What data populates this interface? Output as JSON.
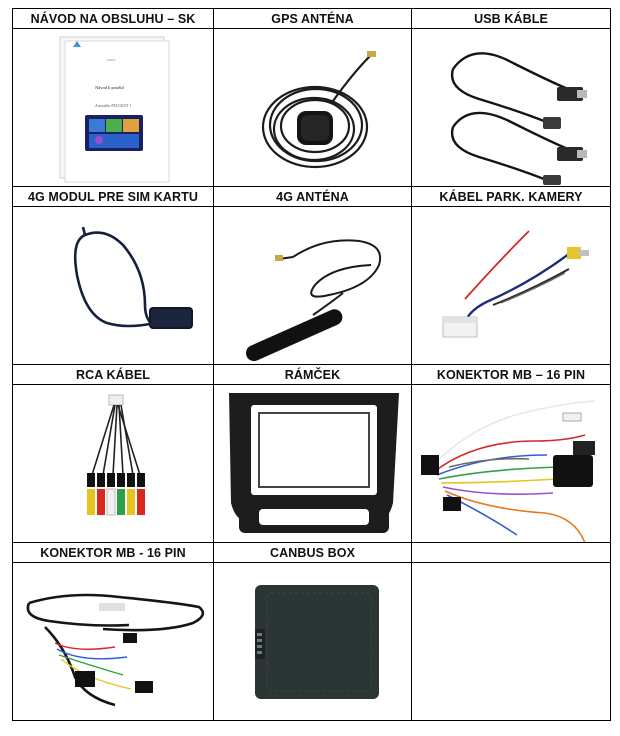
{
  "cells": [
    {
      "label": "NÁVOD NA OBSLUHU – SK",
      "image": "user-manual",
      "doc_text": [
        "Návod k použití",
        "Autorádio PEUGEOT 1"
      ]
    },
    {
      "label": "GPS ANTÉNA",
      "image": "gps-antenna"
    },
    {
      "label": "USB KÁBLE",
      "image": "usb-cables"
    },
    {
      "label": "4G MODUL PRE SIM KARTU",
      "image": "4g-sim-module"
    },
    {
      "label": "4G ANTÉNA",
      "image": "4g-antenna"
    },
    {
      "label": "KÁBEL PARK. KAMERY",
      "image": "parking-camera-cable"
    },
    {
      "label": "RCA KÁBEL",
      "image": "rca-cable"
    },
    {
      "label": "RÁMČEK",
      "image": "dash-frame"
    },
    {
      "label": "KONEKTOR MB – 16 PIN",
      "image": "mb-16pin-connector"
    },
    {
      "label": "KONEKTOR MB - 16 PIN",
      "image": "mb-16pin-harness"
    },
    {
      "label": "CANBUS BOX",
      "image": "canbus-box"
    },
    {
      "label": "",
      "image": ""
    }
  ]
}
